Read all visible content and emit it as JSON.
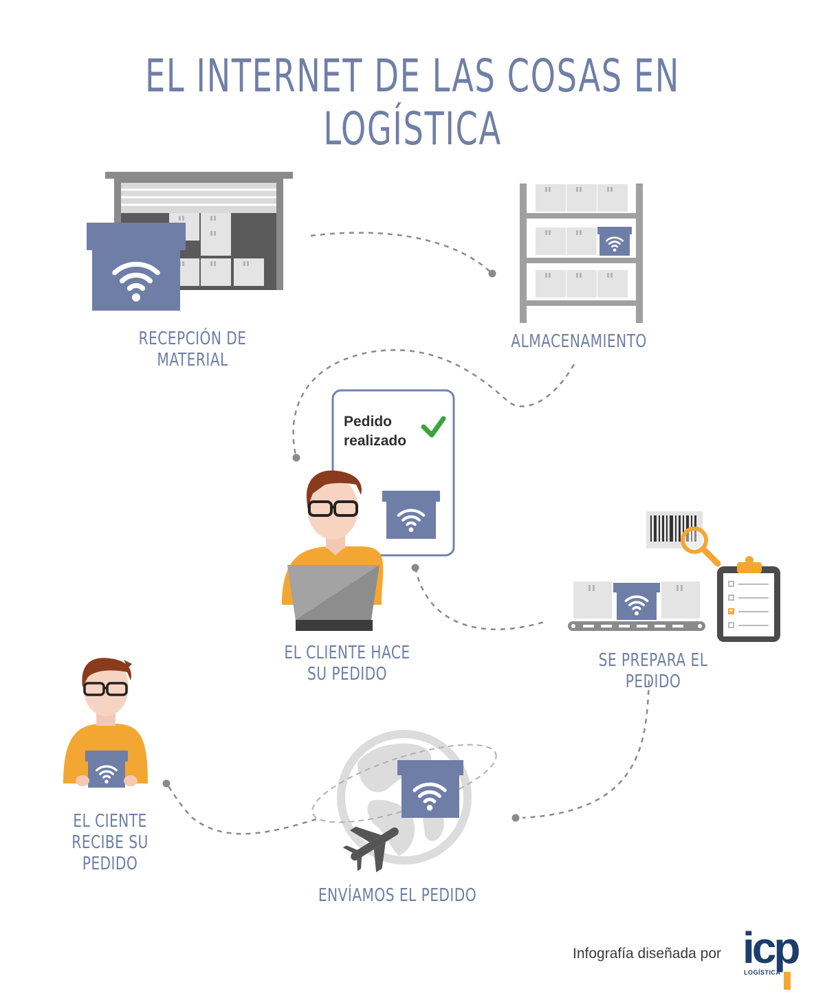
{
  "title": "EL INTERNET DE LAS COSAS EN LOGÍSTICA",
  "steps": [
    {
      "label": "RECEPCIÓN DE MATERIAL"
    },
    {
      "label": "ALMACENAMIENTO"
    },
    {
      "label_line1": "EL CLIENTE HACE",
      "label_line2": "SU PEDIDO"
    },
    {
      "label": "SE PREPARA EL PEDIDO"
    },
    {
      "label": "ENVÍAMOS EL PEDIDO"
    },
    {
      "label_line1": "EL CIENTE",
      "label_line2": "RECIBE SU PEDIDO"
    }
  ],
  "order_card": {
    "line1": "Pedido",
    "line2": "realizado"
  },
  "footer": {
    "credit": "Infografía diseñada por",
    "logo_main": "icp",
    "logo_sub": "LOGÍSTICA"
  },
  "colors": {
    "accent_blue": "#6f7fa6",
    "box_blue": "#7384aa",
    "orange": "#f3a732",
    "grey": "#8a8a8a",
    "light_grey": "#e3e3e3",
    "check_green": "#3aa63a",
    "logo_navy": "#1d3d6b"
  },
  "icons": [
    "wifi-icon",
    "warehouse-icon",
    "shelf-icon",
    "person-icon",
    "laptop-icon",
    "checkmark-icon",
    "barcode-icon",
    "magnifier-icon",
    "clipboard-icon",
    "conveyor-icon",
    "globe-icon",
    "airplane-icon"
  ]
}
